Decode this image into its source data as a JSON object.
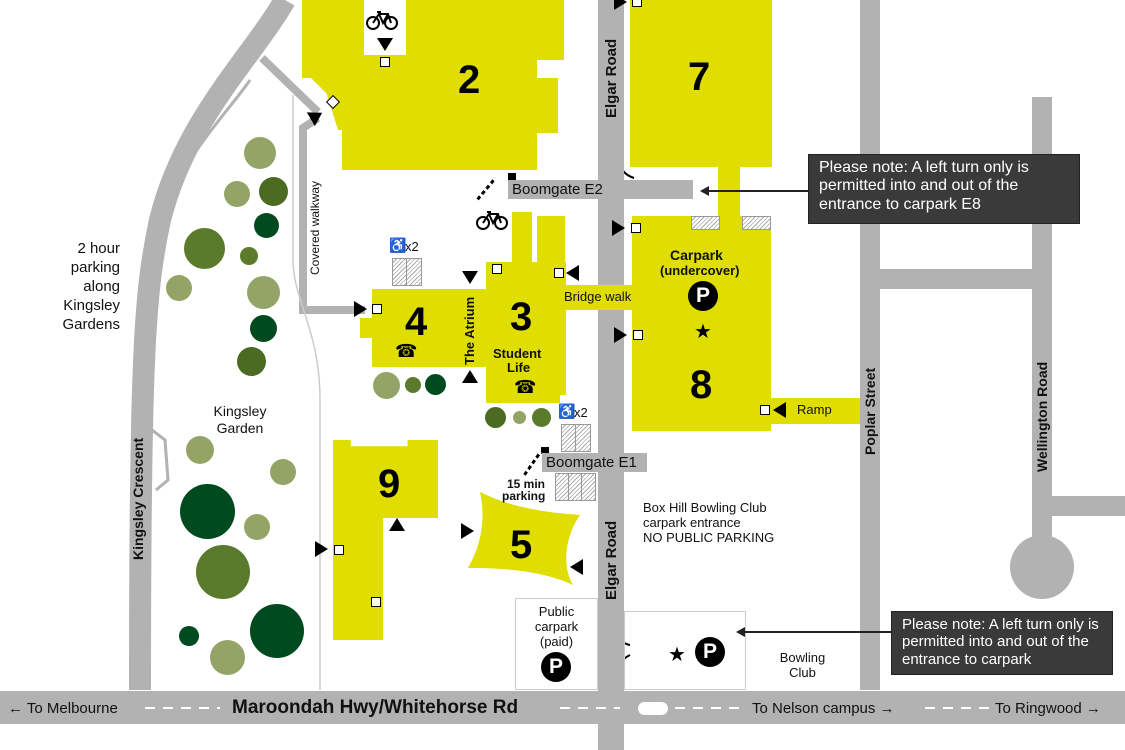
{
  "map": {
    "buildings": [
      {
        "id": "2",
        "label": "2"
      },
      {
        "id": "3",
        "label": "3",
        "sub": "Student Life"
      },
      {
        "id": "4",
        "label": "4"
      },
      {
        "id": "5",
        "label": "5"
      },
      {
        "id": "7",
        "label": "7"
      },
      {
        "id": "8",
        "label": "8"
      },
      {
        "id": "9",
        "label": "9"
      }
    ],
    "roads": {
      "elgar_top": "Elgar Road",
      "elgar_bottom": "Elgar Road",
      "poplar": "Poplar Street",
      "wellington": "Wellington Road",
      "kingsley_crescent": "Kingsley Crescent",
      "highway": "Maroondah Hwy/Whitehorse Rd",
      "to_melbourne": "← To Melbourne",
      "to_nelson": "To Nelson campus →",
      "to_ringwood": "To Ringwood →"
    },
    "labels": {
      "covered_walkway": "Covered walkway",
      "two_hour_parking": [
        "2 hour",
        "parking",
        "along",
        "Kingsley",
        "Gardens"
      ],
      "kingsley_garden": [
        "Kingsley",
        "Garden"
      ],
      "the_atrium": "The Atrium",
      "student_life": [
        "Student",
        "Life"
      ],
      "bridge_walk": "Bridge walk",
      "boomgate_e2": "Boomgate E2",
      "boomgate_e1": "Boomgate E1",
      "fifteen_min_parking": [
        "15 min",
        "parking"
      ],
      "carpark_title": "Carpark",
      "carpark_sub": "(undercover)",
      "ramp": "Ramp",
      "bowling_club_entrance": [
        "Box Hill Bowling Club",
        "carpark entrance",
        "NO PUBLIC PARKING"
      ],
      "public_carpark": [
        "Public",
        "carpark",
        "(paid)"
      ],
      "bowling_club": [
        "Bowling",
        "Club"
      ],
      "accessible_x2": "x2"
    },
    "notes": {
      "e8": "Please note: A left turn only is permitted into and out of the entrance to carpark E8",
      "bowling": "Please note: A left turn only is permitted into and out of the entrance to carpark"
    },
    "icons": {
      "parking": "P",
      "star": "★",
      "phone": "☎",
      "bicycle": "🚲",
      "accessible": "♿"
    },
    "colors": {
      "building": "#e0dd00",
      "road": "#b2b2b2",
      "note_bg": "#3a3a3a",
      "tree_dark": "#004a1f",
      "tree_mid": "#5a7a2c",
      "tree_light": "#94a467"
    }
  }
}
